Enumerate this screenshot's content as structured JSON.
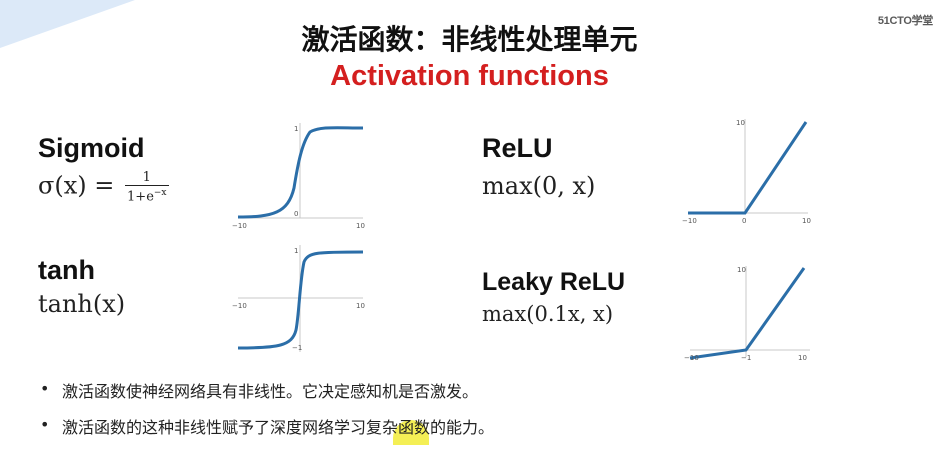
{
  "watermark": "51CTO学堂",
  "title": "激活函数：非线性处理单元",
  "subtitle": "Activation functions",
  "functions": {
    "sigmoid": {
      "name": "Sigmoid",
      "formula_lhs": "σ(x) =",
      "formula_num": "1",
      "formula_den": "1+e",
      "formula_exp": "−x"
    },
    "tanh": {
      "name": "tanh",
      "formula": "tanh(x)"
    },
    "relu": {
      "name": "ReLU",
      "formula": "max(0, x)"
    },
    "leaky": {
      "name": "Leaky ReLU",
      "formula": "max(0.1x, x)"
    }
  },
  "plots": {
    "sigmoid": {
      "x_ticks": [
        "−10",
        "10"
      ],
      "y_ticks": [
        "1",
        "0"
      ]
    },
    "tanh": {
      "x_ticks": [
        "−10",
        "10"
      ],
      "y_ticks": [
        "1",
        "−1"
      ]
    },
    "relu": {
      "x_ticks": [
        "−10",
        "0",
        "10"
      ],
      "y_ticks": [
        "10"
      ]
    },
    "leaky": {
      "x_ticks": [
        "−10",
        "−1",
        "10"
      ],
      "y_ticks": [
        "10"
      ]
    }
  },
  "bullets": [
    "激活函数使神经网络具有非线性。它决定感知机是否激发。",
    "激活函数的这种非线性赋予了深度网络学习复杂函数的能力。"
  ],
  "bullet_symbol": "•",
  "colors": {
    "curve": "#2b6ea8",
    "axis": "#c8c8c8",
    "title_red": "#d41f1f",
    "corner": "#dce9f8"
  }
}
